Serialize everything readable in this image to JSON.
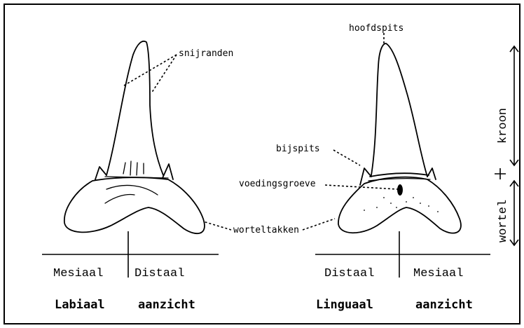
{
  "labels": {
    "snijranden": "snijranden",
    "hoofdspits": "hoofdspits",
    "bijspits": "bijspits",
    "voedingsgroeve": "voedingsgroeve",
    "worteltakken": "worteltakken",
    "kroon": "kroon",
    "wortel": "wortel"
  },
  "left_view": {
    "side_left": "Mesiaal",
    "side_right": "Distaal",
    "view_word": "Labiaal",
    "aanzicht": "aanzicht"
  },
  "right_view": {
    "side_left": "Distaal",
    "side_right": "Mesiaal",
    "view_word": "Linguaal",
    "aanzicht": "aanzicht"
  }
}
